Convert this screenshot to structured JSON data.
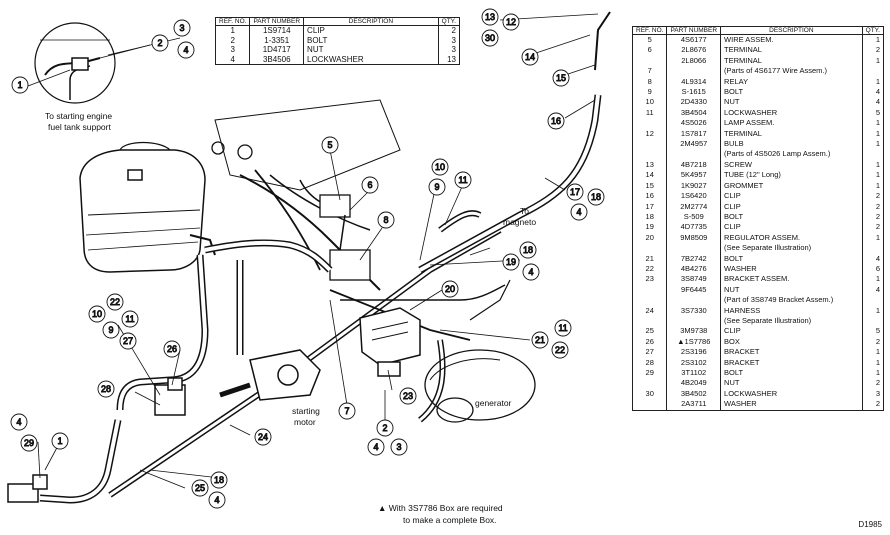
{
  "top_table": {
    "headers": {
      "ref": "REF. NO.",
      "part": "PART NUMBER",
      "desc": "DESCRIPTION",
      "qty": "QTY."
    },
    "rows": [
      {
        "ref": "1",
        "part": "1S9714",
        "desc": "CLIP",
        "qty": "2"
      },
      {
        "ref": "2",
        "part": "1-3351",
        "desc": "BOLT",
        "qty": "3"
      },
      {
        "ref": "3",
        "part": "1D4717",
        "desc": "NUT",
        "qty": "3"
      },
      {
        "ref": "4",
        "part": "3B4506",
        "desc": "LOCKWASHER",
        "qty": "13"
      }
    ]
  },
  "right_table": {
    "headers": {
      "ref": "REF. NO.",
      "part": "PART NUMBER",
      "desc": "DESCRIPTION",
      "qty": "QTY."
    },
    "rows": [
      {
        "ref": "5",
        "part": "4S6177",
        "desc": "WIRE ASSEM.",
        "qty": "1"
      },
      {
        "ref": "6",
        "part": "2L8676",
        "desc": "TERMINAL",
        "qty": "2"
      },
      {
        "ref": "",
        "part": "2L8066",
        "desc": "TERMINAL",
        "qty": "1"
      },
      {
        "ref": "7",
        "part": "",
        "desc": "(Parts of 4S6177 Wire Assem.)",
        "qty": ""
      },
      {
        "ref": "8",
        "part": "4L9314",
        "desc": "RELAY",
        "qty": "1"
      },
      {
        "ref": "9",
        "part": "S-1615",
        "desc": "BOLT",
        "qty": "4"
      },
      {
        "ref": "10",
        "part": "2D4330",
        "desc": "NUT",
        "qty": "4"
      },
      {
        "ref": "11",
        "part": "3B4504",
        "desc": "LOCKWASHER",
        "qty": "5"
      },
      {
        "ref": "",
        "part": "4S5026",
        "desc": "LAMP ASSEM.",
        "qty": "1"
      },
      {
        "ref": "12",
        "part": "1S7817",
        "desc": "TERMINAL",
        "qty": "1"
      },
      {
        "ref": "",
        "part": "2M4957",
        "desc": "BULB",
        "qty": "1"
      },
      {
        "ref": "",
        "part": "",
        "desc": "(Parts of 4S5026 Lamp Assem.)",
        "qty": ""
      },
      {
        "ref": "13",
        "part": "4B7218",
        "desc": "SCREW",
        "qty": "1"
      },
      {
        "ref": "14",
        "part": "5K4957",
        "desc": "TUBE (12\" Long)",
        "qty": "1"
      },
      {
        "ref": "15",
        "part": "1K9027",
        "desc": "GROMMET",
        "qty": "1"
      },
      {
        "ref": "16",
        "part": "1S6420",
        "desc": "CLIP",
        "qty": "2"
      },
      {
        "ref": "17",
        "part": "2M2774",
        "desc": "CLIP",
        "qty": "2"
      },
      {
        "ref": "18",
        "part": "S-509",
        "desc": "BOLT",
        "qty": "2"
      },
      {
        "ref": "19",
        "part": "4D7735",
        "desc": "CLIP",
        "qty": "2"
      },
      {
        "ref": "20",
        "part": "9M8509",
        "desc": "REGULATOR ASSEM.",
        "qty": "1"
      },
      {
        "ref": "",
        "part": "",
        "desc": "(See Separate Illustration)",
        "qty": ""
      },
      {
        "ref": "21",
        "part": "7B2742",
        "desc": "BOLT",
        "qty": "4"
      },
      {
        "ref": "22",
        "part": "4B4276",
        "desc": "WASHER",
        "qty": "6"
      },
      {
        "ref": "23",
        "part": "3S8749",
        "desc": "BRACKET ASSEM.",
        "qty": "1"
      },
      {
        "ref": "",
        "part": "9F6445",
        "desc": "NUT",
        "qty": "4"
      },
      {
        "ref": "",
        "part": "",
        "desc": "(Part of 3S8749 Bracket Assem.)",
        "qty": ""
      },
      {
        "ref": "24",
        "part": "3S7330",
        "desc": "HARNESS",
        "qty": "1"
      },
      {
        "ref": "",
        "part": "",
        "desc": "(See Separate Illustration)",
        "qty": ""
      },
      {
        "ref": "25",
        "part": "3M9738",
        "desc": "CLIP",
        "qty": "5"
      },
      {
        "ref": "26",
        "part": "▲1S7786",
        "desc": "BOX",
        "qty": "2"
      },
      {
        "ref": "27",
        "part": "2S3196",
        "desc": "BRACKET",
        "qty": "1"
      },
      {
        "ref": "28",
        "part": "2S3102",
        "desc": "BRACKET",
        "qty": "1"
      },
      {
        "ref": "29",
        "part": "3T1102",
        "desc": "BOLT",
        "qty": "1"
      },
      {
        "ref": "",
        "part": "4B2049",
        "desc": "NUT",
        "qty": "2"
      },
      {
        "ref": "30",
        "part": "3B4502",
        "desc": "LOCKWASHER",
        "qty": "3"
      },
      {
        "ref": "",
        "part": "2A3711",
        "desc": "WASHER",
        "qty": "2"
      }
    ]
  },
  "notes": {
    "inset": [
      "To starting engine",
      "fuel tank support"
    ],
    "magneto": [
      "To",
      "magneto"
    ],
    "starting_motor": [
      "starting",
      "motor"
    ],
    "generator": "generator",
    "box_note": [
      "▲ With 3S7786 Box are required",
      "to make a complete Box."
    ]
  },
  "callouts": [
    "1",
    "2",
    "3",
    "4",
    "5",
    "6",
    "7",
    "8",
    "9",
    "10",
    "11",
    "12",
    "13",
    "14",
    "15",
    "16",
    "17",
    "18",
    "19",
    "20",
    "21",
    "22",
    "23",
    "24",
    "25",
    "26",
    "27",
    "28",
    "29",
    "30"
  ],
  "figure_code": "D1985"
}
